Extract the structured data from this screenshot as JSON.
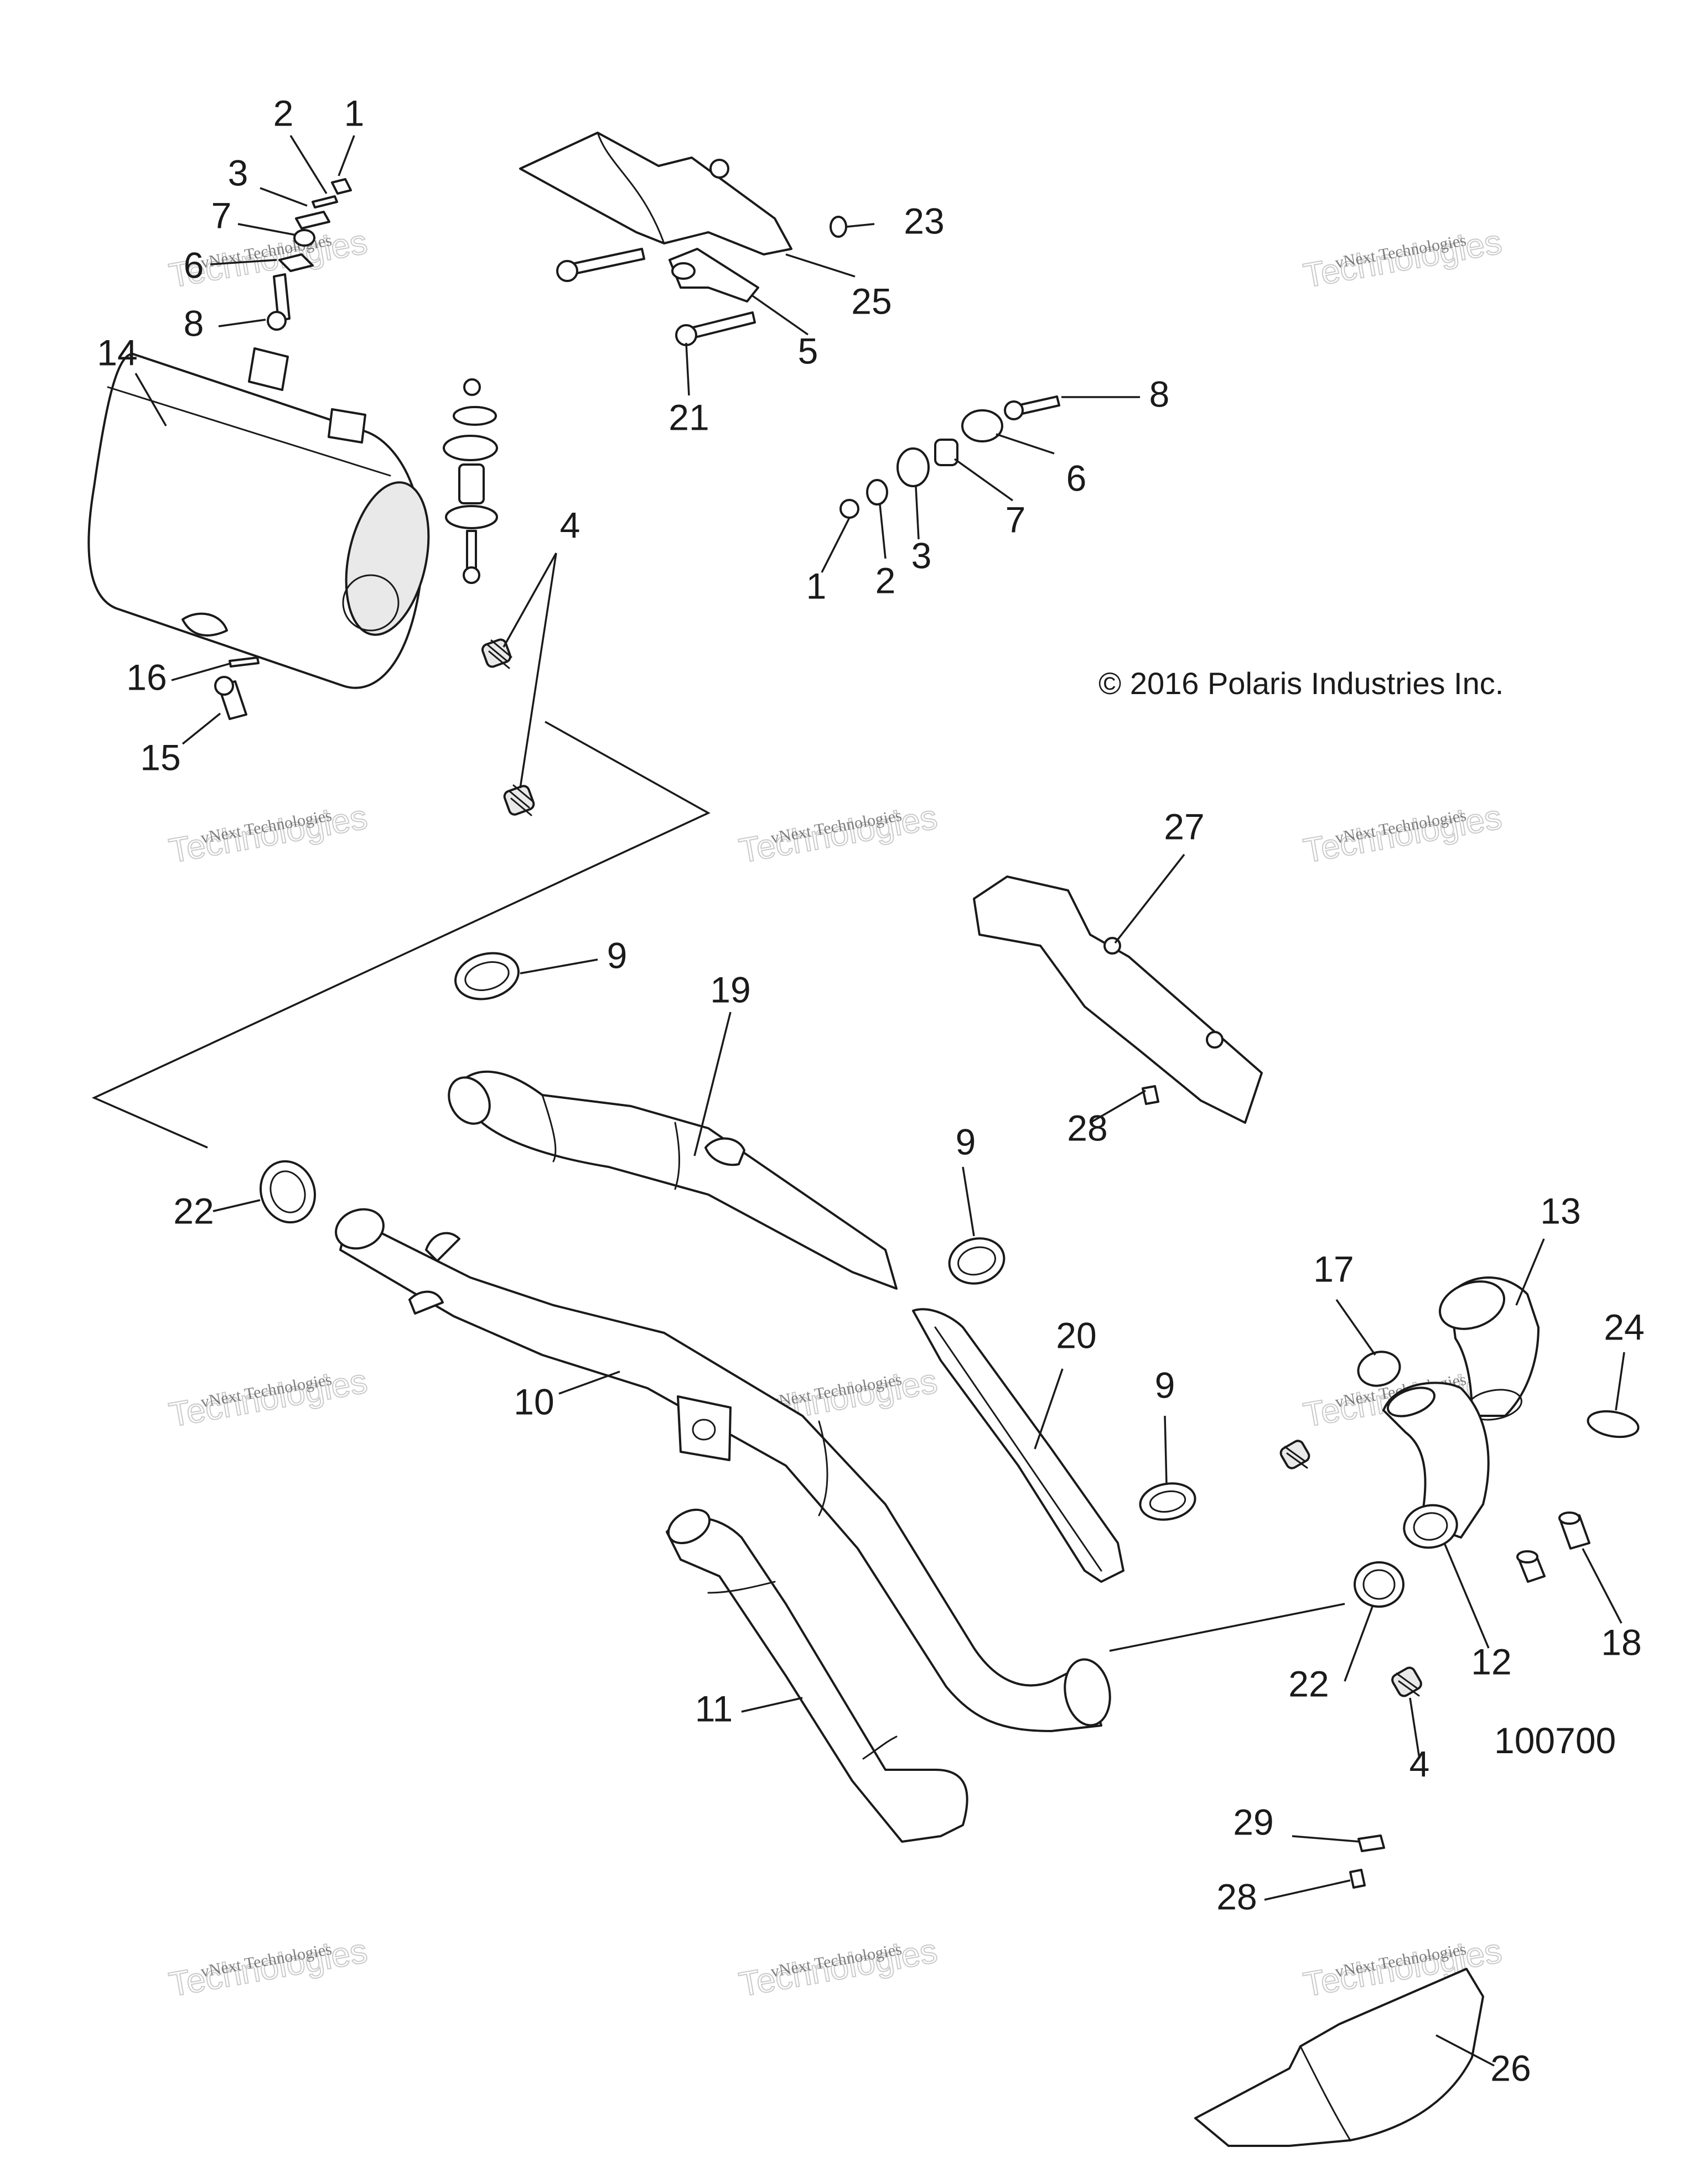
{
  "copyright": "© 2016 Polaris Industries Inc.",
  "diagram_id": "100700",
  "watermark": {
    "brand": "vNext",
    "line1": "vNext Technologies",
    "line2": "Technologies"
  },
  "callouts": {
    "c1a": "1",
    "c2a": "2",
    "c3a": "3",
    "c7a": "7",
    "c6a": "6",
    "c8a": "8",
    "c23": "23",
    "c25": "25",
    "c5": "5",
    "c21": "21",
    "c8b": "8",
    "c6b": "6",
    "c7b": "7",
    "c3b": "3",
    "c2b": "2",
    "c1b": "1",
    "c14": "14",
    "c4a": "4",
    "c16": "16",
    "c15": "15",
    "c27": "27",
    "c28a": "28",
    "c9a": "9",
    "c19": "19",
    "c9b": "9",
    "c22a": "22",
    "c10": "10",
    "c20": "20",
    "c9c": "9",
    "c11": "11",
    "c17": "17",
    "c13": "13",
    "c24": "24",
    "c18": "18",
    "c12": "12",
    "c22b": "22",
    "c4b": "4",
    "c29": "29",
    "c28b": "28",
    "c26": "26"
  }
}
